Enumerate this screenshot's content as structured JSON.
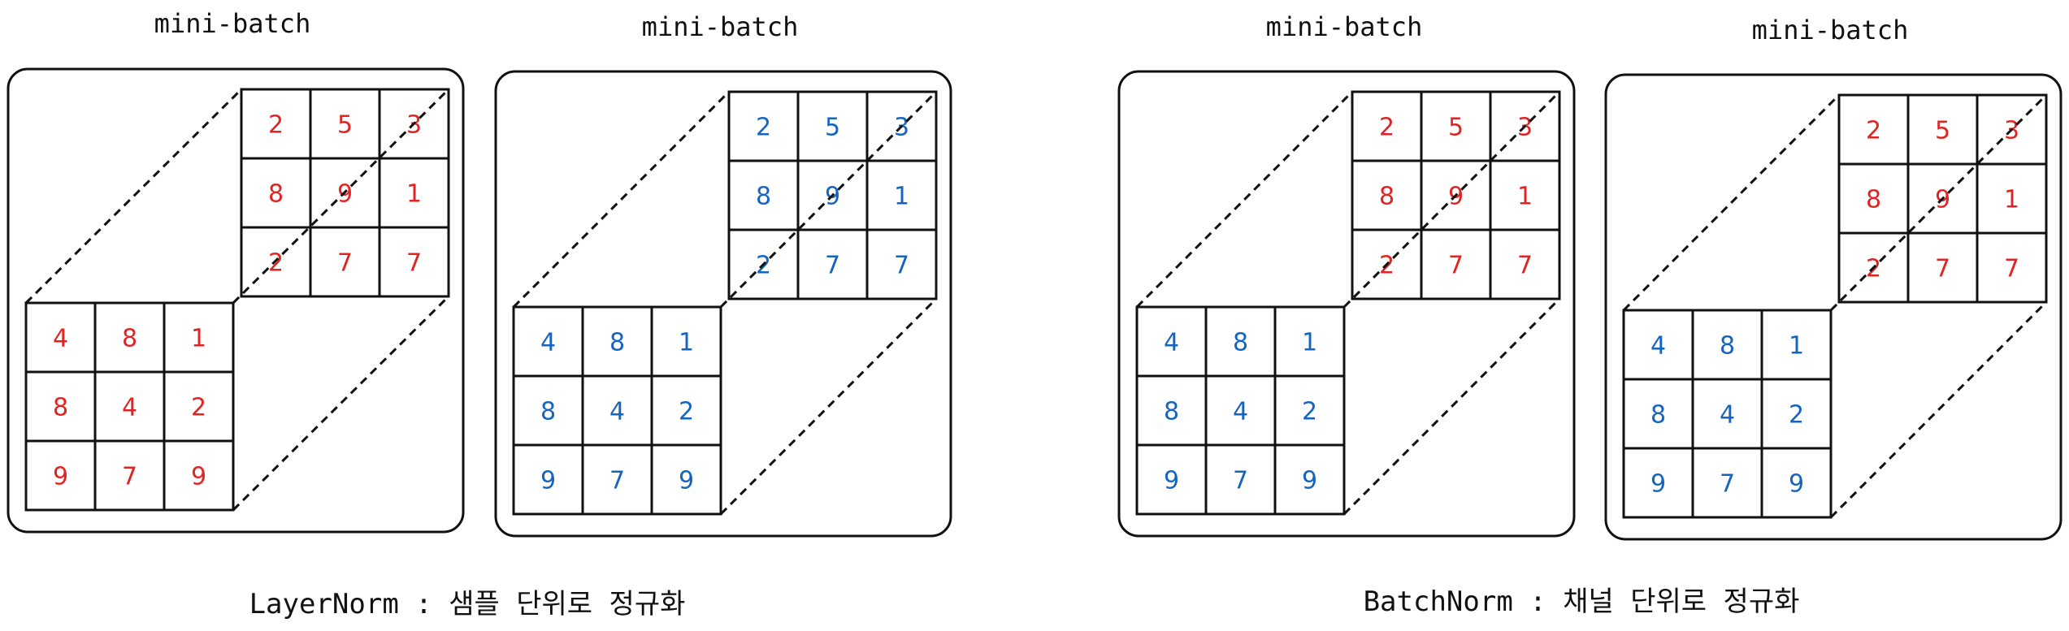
{
  "colors": {
    "red": "#e02424",
    "blue": "#1565c0",
    "stroke": "#111111"
  },
  "sections": [
    {
      "caption": "LayerNorm : 샘플 단위로 정규화",
      "batches": [
        {
          "title": "mini-batch",
          "back_grid": [
            [
              "2",
              "5",
              "3"
            ],
            [
              "8",
              "9",
              "1"
            ],
            [
              "2",
              "7",
              "7"
            ]
          ],
          "front_grid": [
            [
              "4",
              "8",
              "1"
            ],
            [
              "8",
              "4",
              "2"
            ],
            [
              "9",
              "7",
              "9"
            ]
          ],
          "back_color": "red",
          "front_color": "red"
        },
        {
          "title": "mini-batch",
          "back_grid": [
            [
              "2",
              "5",
              "3"
            ],
            [
              "8",
              "9",
              "1"
            ],
            [
              "2",
              "7",
              "7"
            ]
          ],
          "front_grid": [
            [
              "4",
              "8",
              "1"
            ],
            [
              "8",
              "4",
              "2"
            ],
            [
              "9",
              "7",
              "9"
            ]
          ],
          "back_color": "blue",
          "front_color": "blue"
        }
      ]
    },
    {
      "caption": "BatchNorm : 채널 단위로 정규화",
      "batches": [
        {
          "title": "mini-batch",
          "back_grid": [
            [
              "2",
              "5",
              "3"
            ],
            [
              "8",
              "9",
              "1"
            ],
            [
              "2",
              "7",
              "7"
            ]
          ],
          "front_grid": [
            [
              "4",
              "8",
              "1"
            ],
            [
              "8",
              "4",
              "2"
            ],
            [
              "9",
              "7",
              "9"
            ]
          ],
          "back_color": "red",
          "front_color": "blue"
        },
        {
          "title": "mini-batch",
          "back_grid": [
            [
              "2",
              "5",
              "3"
            ],
            [
              "8",
              "9",
              "1"
            ],
            [
              "2",
              "7",
              "7"
            ]
          ],
          "front_grid": [
            [
              "4",
              "8",
              "1"
            ],
            [
              "8",
              "4",
              "2"
            ],
            [
              "9",
              "7",
              "9"
            ]
          ],
          "back_color": "red",
          "front_color": "blue"
        }
      ]
    }
  ]
}
